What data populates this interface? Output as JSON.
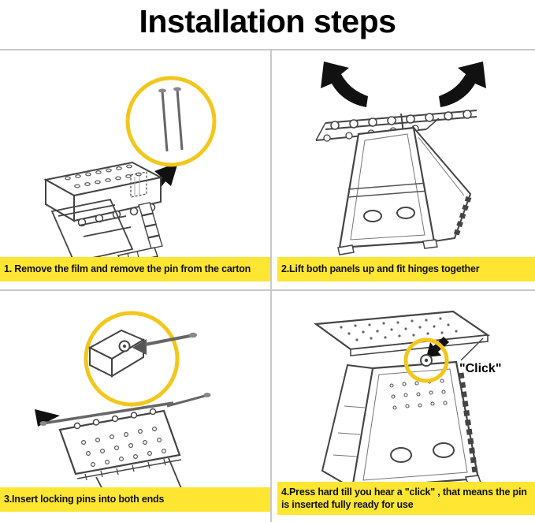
{
  "title": "Installation steps",
  "colors": {
    "caption_background": "#FFE632",
    "magnifier_ring": "#F2C71B",
    "line_art": "#444444",
    "arrow": "#111111",
    "divider": "#c9c9c9"
  },
  "steps": [
    {
      "caption": "1. Remove the film and remove the pin from the carton"
    },
    {
      "caption": "2.Lift both panels up and fit hinges together"
    },
    {
      "caption": "3.Insert locking pins into both ends"
    },
    {
      "caption": "4.Press hard till you hear a \"click\" , that means the pin is inserted fully ready for use"
    }
  ],
  "annotations": {
    "click_label": "\"Click\""
  }
}
